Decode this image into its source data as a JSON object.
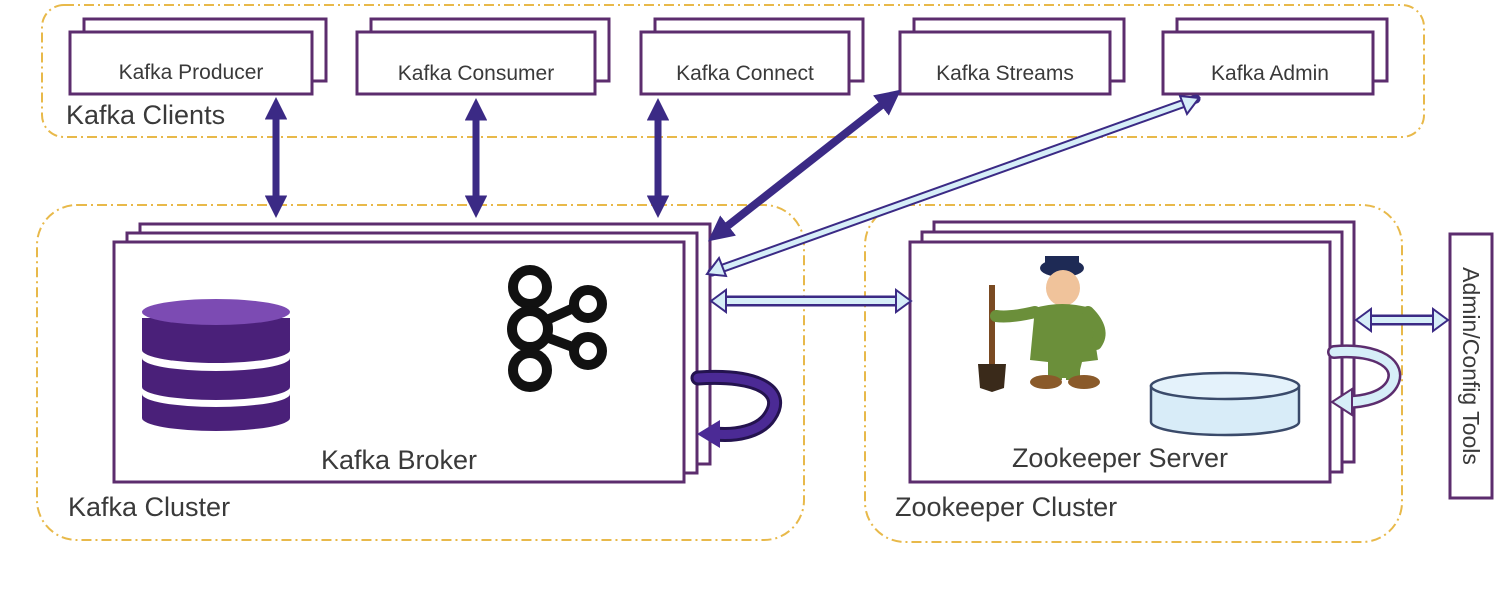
{
  "colors": {
    "group_border": "#e8b94a",
    "box_border": "#5c2d6e",
    "dark_arrow": "#3b2a85",
    "light_arrow_fill": "#d6eef8",
    "light_arrow_stroke": "#3b2a85",
    "db_purple": "#5a2d91",
    "zk_db_fill": "#d8ecf8",
    "text": "#3a3a3a"
  },
  "clients_group": {
    "label": "Kafka Clients",
    "clients": [
      {
        "label": "Kafka Producer",
        "link": "dark-double-arrow"
      },
      {
        "label": "Kafka Consumer",
        "link": "dark-double-arrow"
      },
      {
        "label": "Kafka Connect",
        "link": "dark-double-arrow"
      },
      {
        "label": "Kafka Streams",
        "link": "dark-double-arrow"
      },
      {
        "label": "Kafka Admin",
        "link": "light-double-arrow"
      }
    ]
  },
  "kafka_cluster": {
    "label": "Kafka Cluster",
    "broker_label": "Kafka Broker",
    "icons": [
      "database-icon",
      "kafka-logo-icon",
      "replication-loop-icon"
    ]
  },
  "zookeeper_cluster": {
    "label": "Zookeeper Cluster",
    "server_label": "Zookeeper Server",
    "icons": [
      "zookeeper-mascot-icon",
      "datastore-icon",
      "replication-loop-icon"
    ]
  },
  "admin_tools": {
    "label": "Admin/Config Tools"
  }
}
